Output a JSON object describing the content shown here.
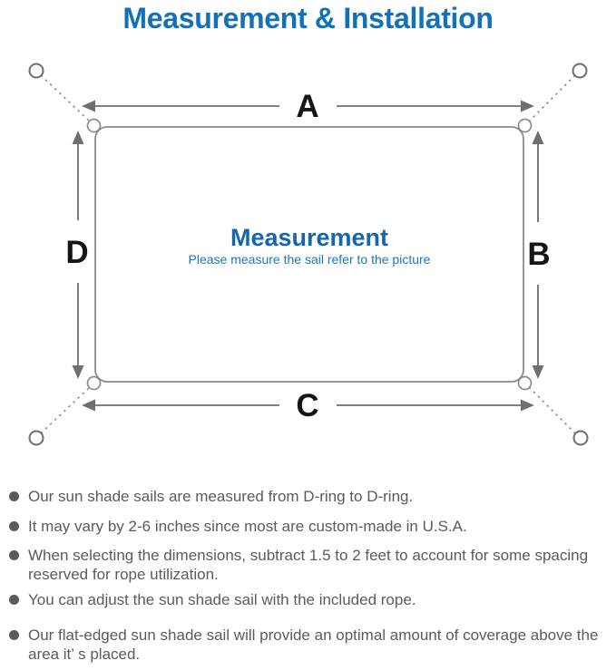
{
  "title": "Measurement & Installation",
  "diagram": {
    "labels": {
      "top": "A",
      "right": "B",
      "bottom": "C",
      "left": "D"
    },
    "center_title": "Measurement",
    "center_subtitle": "Please measure the sail refer to the picture"
  },
  "colors": {
    "title_blue": "#1371b7",
    "center_blue": "#1566ad",
    "subtitle_blue": "#1d77bb",
    "line_gray": "#8b8b8b",
    "arrow_gray": "#6f6f6f",
    "label_black": "#151515",
    "text_gray": "#5b5b5b"
  },
  "notes": [
    "Our sun shade sails are measured from D-ring to D-ring.",
    "It may vary by 2-6 inches since most are custom-made in U.S.A.",
    "When selecting the dimensions, subtract 1.5 to 2 feet to account for some spacing reserved for rope utilization.",
    "You can adjust the sun shade sail with the included rope.",
    "Our flat-edged sun shade sail will provide an optimal amount of coverage above the area it’ s placed."
  ]
}
